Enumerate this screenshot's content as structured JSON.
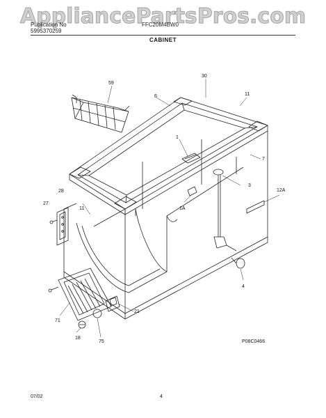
{
  "watermark": "AppliancePartsPros.com",
  "header": {
    "left_line1": "Publication No",
    "left_line2": "5995370259",
    "center_line1": "FFC20M4BW0",
    "section": "CABINET"
  },
  "callouts": [
    "59",
    "6",
    "30",
    "11",
    "1",
    "7",
    "28",
    "3",
    "12A",
    "27",
    "1A",
    "11",
    "4",
    "71",
    "21",
    "18",
    "75"
  ],
  "figure_id": "P08C0466",
  "footer": {
    "date": "07/02",
    "page": "4"
  }
}
